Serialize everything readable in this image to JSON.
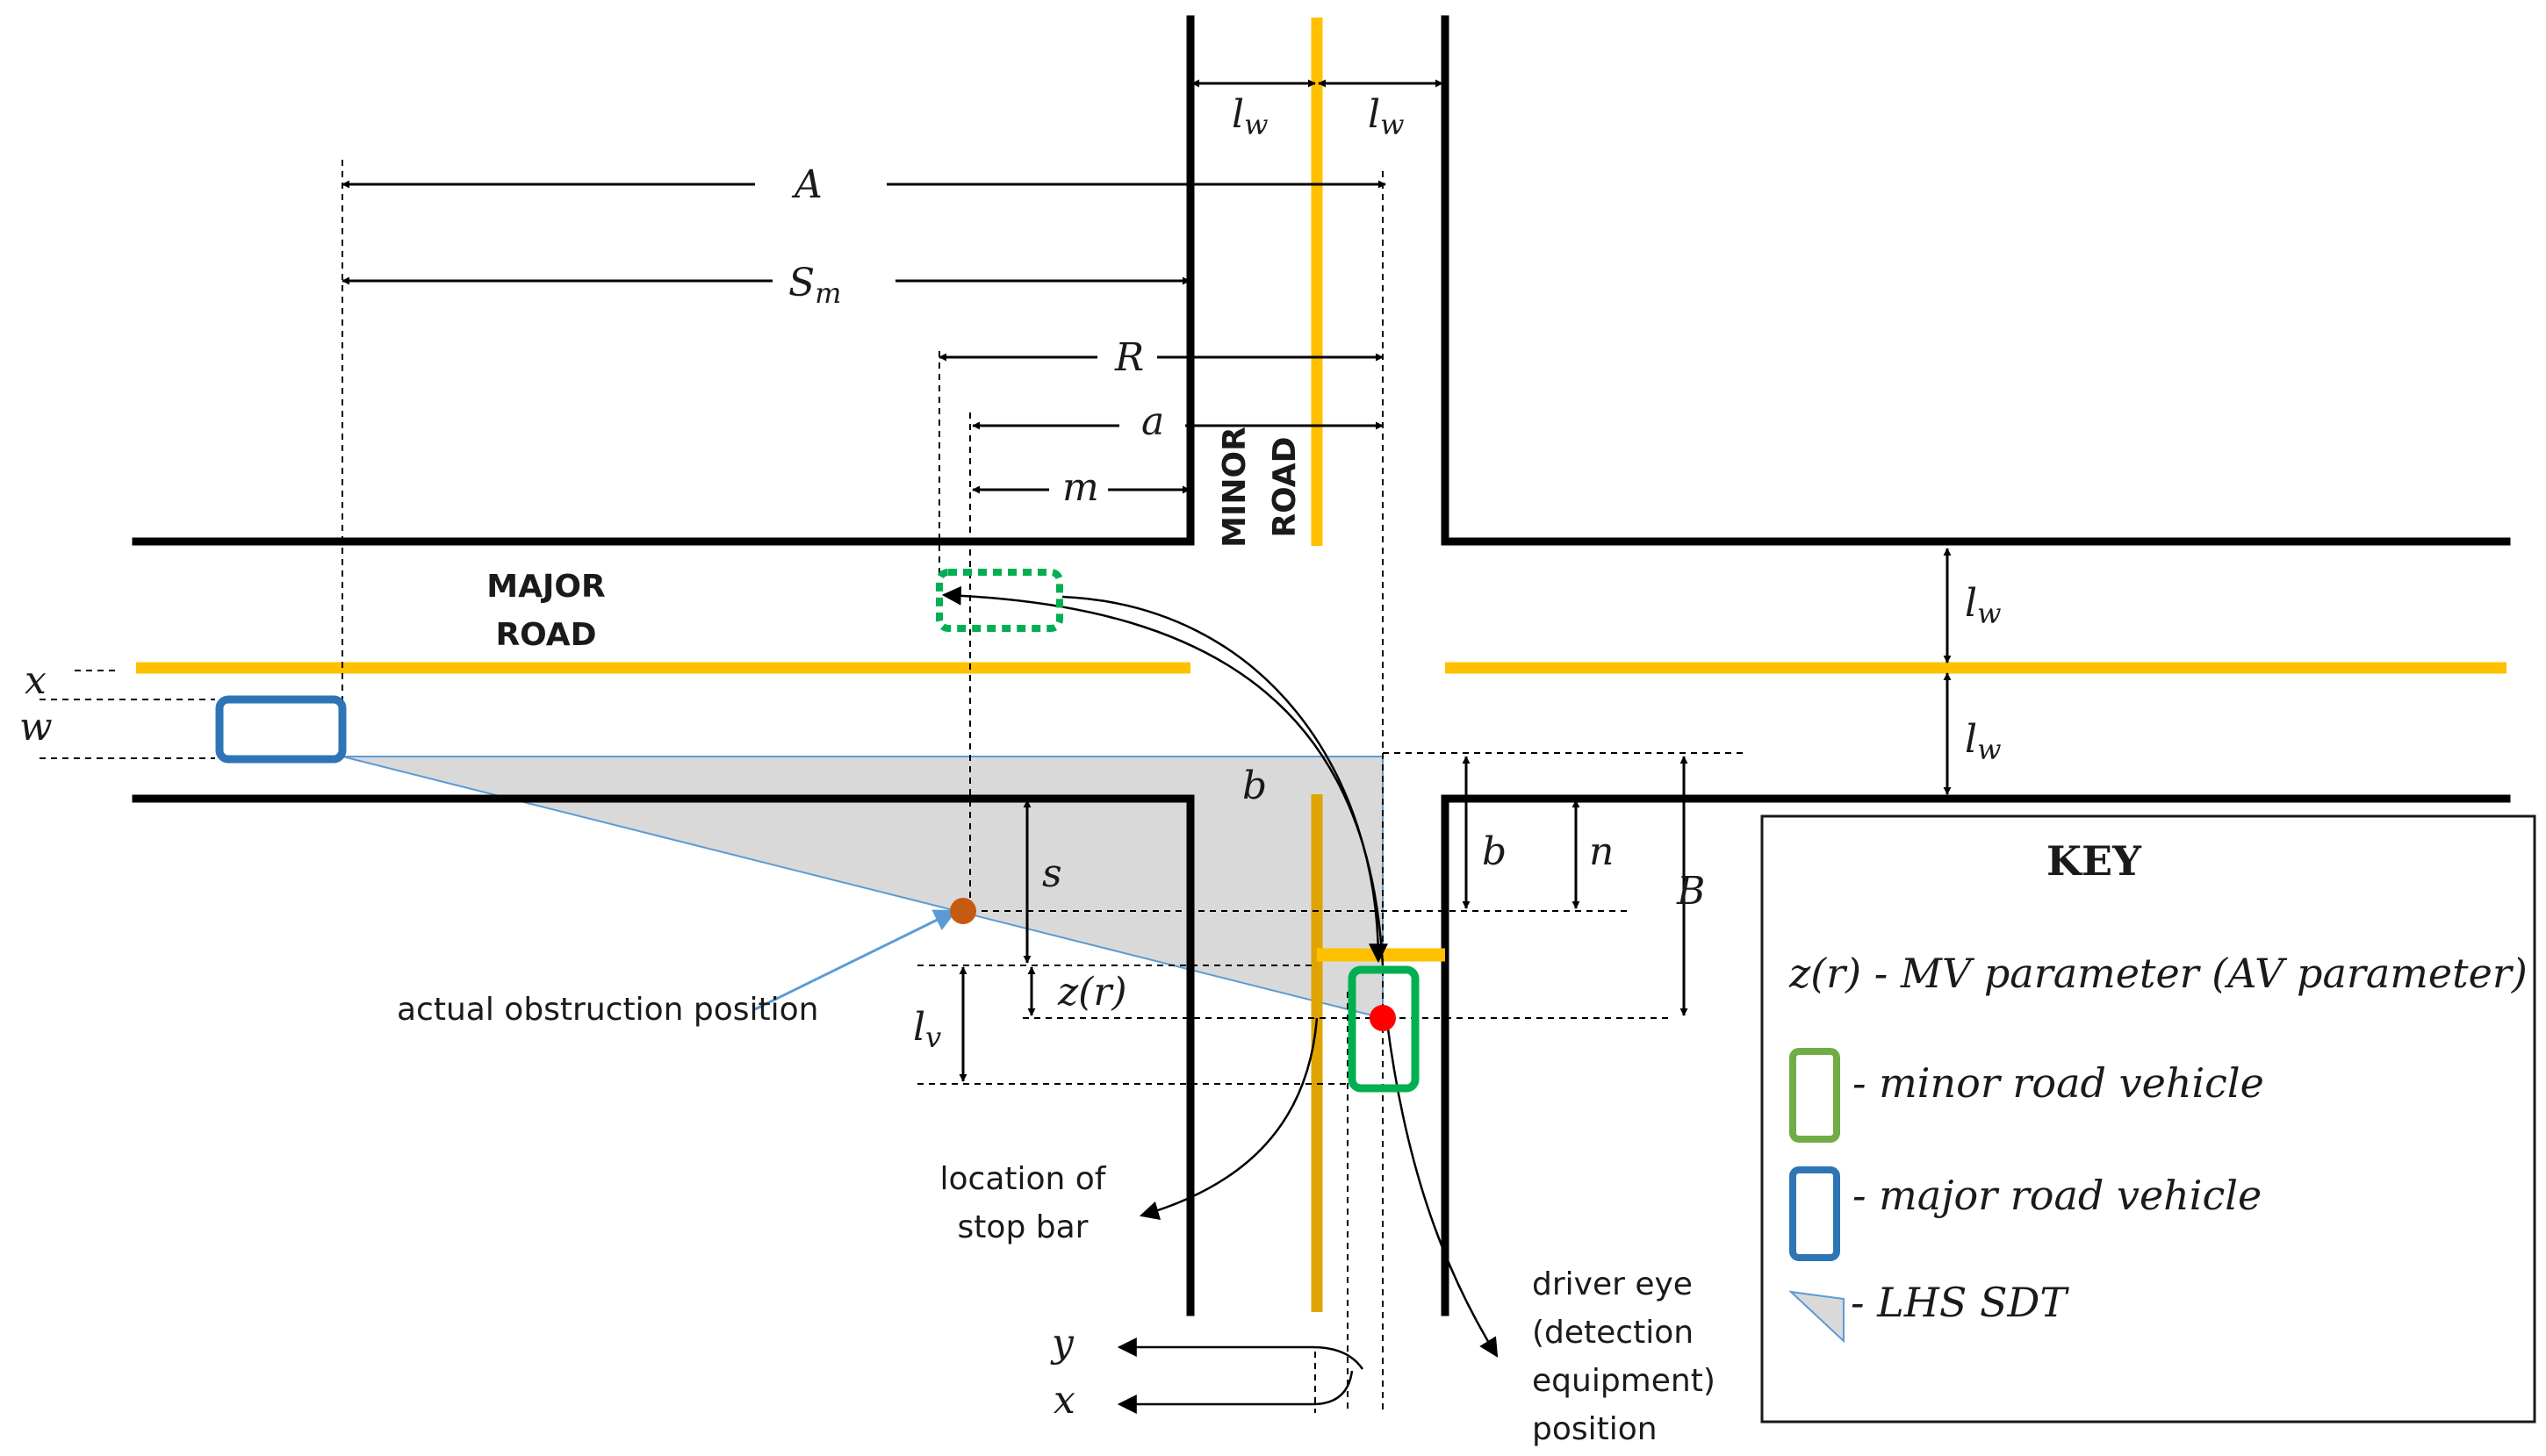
{
  "labels": {
    "A": "A",
    "Sm_main": "S",
    "Sm_sub": "m",
    "R": "R",
    "a": "a",
    "m": "m",
    "lw": "l",
    "lw_sub": "w",
    "lv": "l",
    "lv_sub": "v",
    "b": "b",
    "n": "n",
    "B": "B",
    "s": "s",
    "zr": "z(r)",
    "x": "x",
    "w": "w",
    "y": "y"
  },
  "roads": {
    "minor_line1": "MINOR",
    "minor_line2": "ROAD",
    "major_line1": "MAJOR",
    "major_line2": "ROAD"
  },
  "annotations": {
    "obstruction": "actual obstruction position",
    "stopbar_line1": "location of",
    "stopbar_line2": "stop bar",
    "driver_line1": "driver eye",
    "driver_line2": "(detection",
    "driver_line3": "equipment)",
    "driver_line4": "position"
  },
  "key": {
    "title": "KEY",
    "param": "z(r) - MV parameter (AV parameter)",
    "minor_vehicle": "- minor road vehicle",
    "major_vehicle": "- major road vehicle",
    "sdt": "- LHS SDT"
  },
  "colors": {
    "road_edge": "#000000",
    "centerline": "#ffc000",
    "minor_vehicle": "#3aaa35",
    "minor_vehicle_key": "#70ad47",
    "major_vehicle": "#2e75b6",
    "sdt_fill": "#d9d9d9",
    "sdt_edge": "#5b9bd5",
    "obstruction": "#c55a11",
    "driver_eye": "#ff0000"
  }
}
